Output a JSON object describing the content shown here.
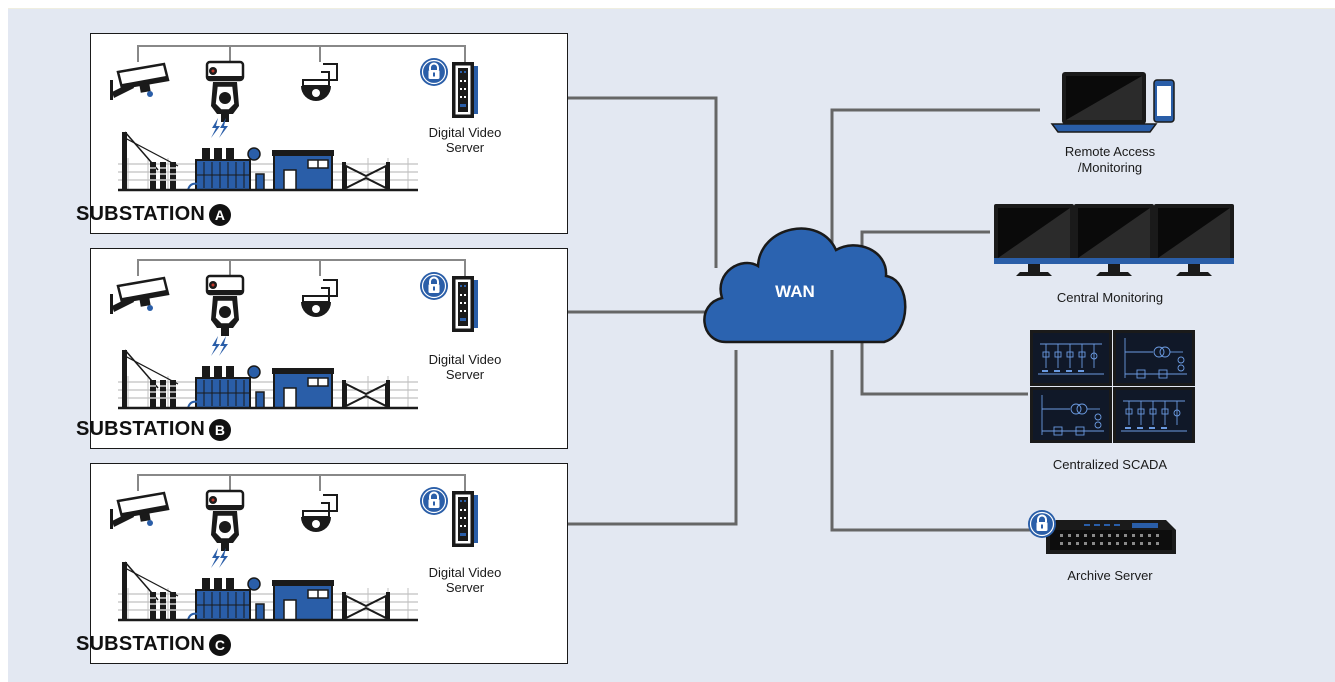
{
  "substations": [
    {
      "title": "SUBSTATION",
      "letter": "A",
      "server_label_line1": "Digital Video",
      "server_label_line2": "Server"
    },
    {
      "title": "SUBSTATION",
      "letter": "B",
      "server_label_line1": "Digital Video",
      "server_label_line2": "Server"
    },
    {
      "title": "SUBSTATION",
      "letter": "C",
      "server_label_line1": "Digital Video",
      "server_label_line2": "Server"
    }
  ],
  "wan": {
    "label": "WAN"
  },
  "endpoints": [
    {
      "label_line1": "Remote Access",
      "label_line2": "/Monitoring"
    },
    {
      "label_line1": "Central Monitoring",
      "label_line2": ""
    },
    {
      "label_line1": "Centralized SCADA",
      "label_line2": ""
    },
    {
      "label_line1": "Archive Server",
      "label_line2": ""
    }
  ],
  "colors": {
    "background": "#e3e8f2",
    "line": "#666666",
    "cloud_fill": "#2b63b0",
    "accent_blue": "#2a5ea8",
    "dark": "#1a1a1a"
  },
  "icons": [
    "bullet-camera-icon",
    "ptz-camera-icon",
    "dome-camera-icon",
    "lock-icon",
    "video-server-icon",
    "transmission-tower-icon",
    "lightning-icon",
    "transformer-icon",
    "control-building-icon",
    "gate-icon",
    "laptop-icon",
    "smartphone-icon",
    "monitor-icon",
    "scada-display-icon",
    "rack-server-icon",
    "cloud-icon"
  ]
}
